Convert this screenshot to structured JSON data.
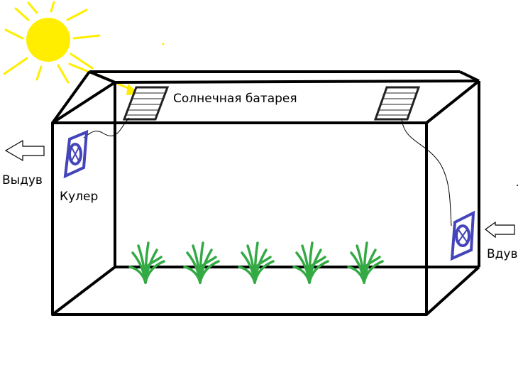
{
  "labels": {
    "solar_panel": "Солнечная батарея",
    "exhaust": "Выдув",
    "cooler": "Кулер",
    "intake": "Вдув"
  },
  "colors": {
    "sun": "#ffee00",
    "frame": "#000000",
    "fan": "#4444bb",
    "plant": "#33aa44",
    "panel": "#222222",
    "wire": "#000000",
    "arrow_outline": "#000000"
  },
  "icons": {
    "sun": "sun-icon",
    "solar_panel": "solar-panel-icon",
    "fan": "fan-icon",
    "plant": "plant-icon",
    "arrow": "arrow-icon"
  },
  "plants_count": 5
}
